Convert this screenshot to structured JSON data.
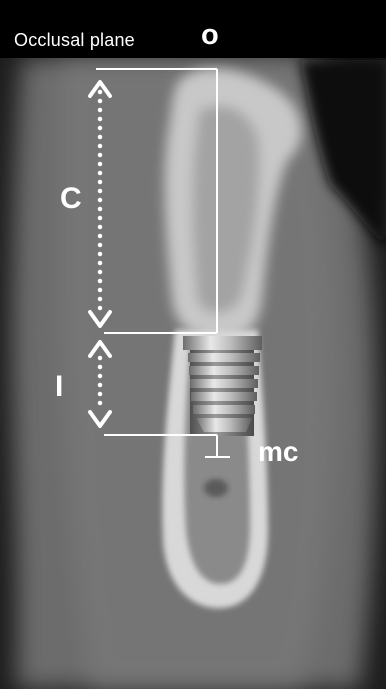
{
  "header": {
    "text": "Occlusal plane"
  },
  "labels": {
    "occlusal_point": "o",
    "crown_height": "C",
    "implant_length": "I",
    "mandibular_canal": "mc"
  }
}
